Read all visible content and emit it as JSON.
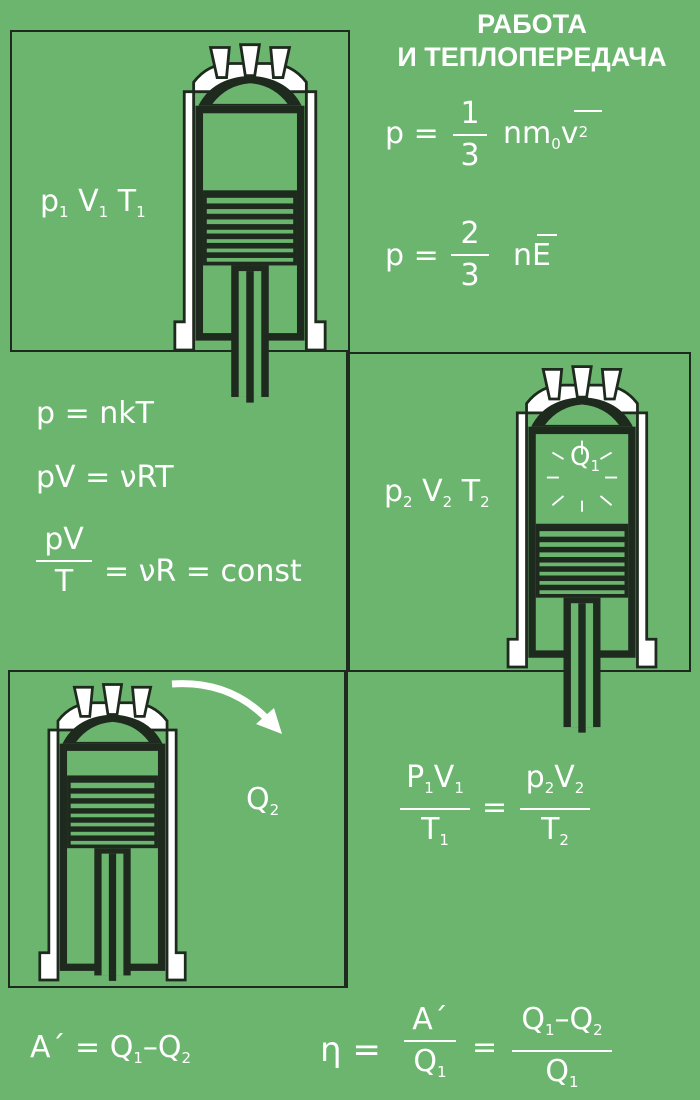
{
  "title": {
    "line1": "РАБОТА",
    "line2": "И ТЕПЛОПЕРЕДАЧА"
  },
  "formulas": {
    "pressure_kinetic": {
      "lhs": "p =",
      "num": "1",
      "den": "3",
      "rhs": "nm",
      "sub0": "0",
      "v": "v",
      "sup2": "2"
    },
    "pressure_energy": {
      "lhs": "p =",
      "num": "2",
      "den": "3",
      "rhs": "nE"
    },
    "state1": {
      "p": "p",
      "s1": "1",
      "V": "V",
      "s2": "1",
      "T": "T",
      "s3": "1"
    },
    "state2": {
      "p": "p",
      "s1": "2",
      "V": "V",
      "s2": "2",
      "T": "T",
      "s3": "2"
    },
    "ideal_gas_1": "p = nkT",
    "ideal_gas_2": "pV = νRT",
    "ideal_gas_3": {
      "num": "pV",
      "den": "T",
      "rhs": "= νR = const"
    },
    "q1": {
      "Q": "Q",
      "sub": "1"
    },
    "q2": {
      "Q": "Q",
      "sub": "2"
    },
    "clapeyron": {
      "n1": "P",
      "n1s": "1",
      "n2": "V",
      "n2s": "1",
      "d1": "T",
      "d1s": "1",
      "eq": "=",
      "m1": "p",
      "m1s": "2",
      "m2": "V",
      "m2s": "2",
      "d2": "T",
      "d2s": "2"
    },
    "work": {
      "A": "A´ = Q",
      "s1": "1",
      "mid": "–Q",
      "s2": "2"
    },
    "efficiency": {
      "eta": "η =",
      "n": "A´",
      "d": "Q",
      "ds": "1",
      "eq": "=",
      "n2": "Q",
      "n2s": "1",
      "n2m": "–Q",
      "n2s2": "2",
      "d2": "Q",
      "d2s": "1"
    }
  },
  "colors": {
    "background": "#6bb56f",
    "line": "#1e2a1e",
    "text": "#ffffff"
  }
}
